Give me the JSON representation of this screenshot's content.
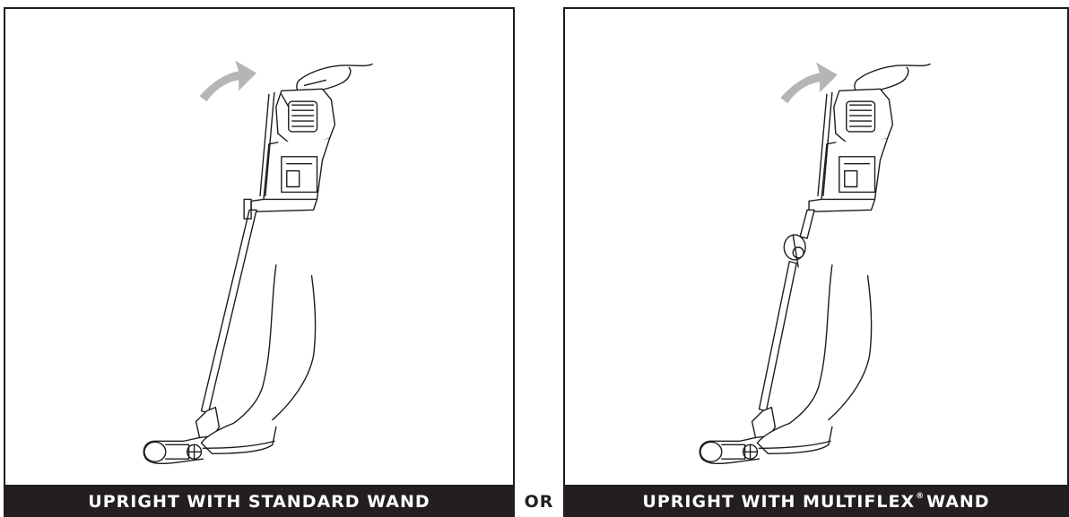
{
  "panels": [
    {
      "caption_before": "UPRIGHT WITH STANDARD WAND",
      "caption_mark": "",
      "caption_after": "",
      "illustration_icon": "vacuum-standard-wand-illustration",
      "arrow_icon": "rotate-arrow-icon"
    },
    {
      "caption_before": "UPRIGHT WITH MULTIFLEX",
      "caption_mark": "®",
      "caption_after": " WAND",
      "illustration_icon": "vacuum-multiflex-wand-illustration",
      "arrow_icon": "rotate-arrow-icon"
    }
  ],
  "separator": "OR",
  "colors": {
    "caption_bg": "#231f20",
    "caption_text": "#ffffff",
    "arrow": "#b5b5b5",
    "line": "#1c1c1c"
  }
}
